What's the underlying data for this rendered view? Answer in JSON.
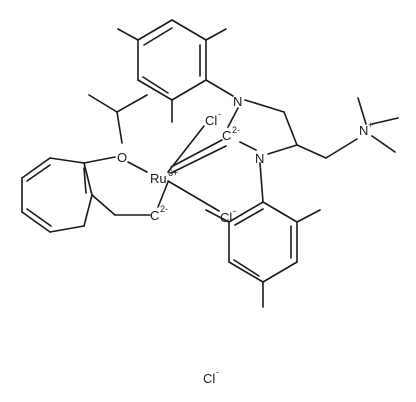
{
  "atoms": {
    "ru": "Ru",
    "ru_charge": "6+",
    "oxygen": "O",
    "nitrogen_top": "N",
    "nitrogen_bottom": "N",
    "ammonium": "N",
    "ammonium_charge": "+",
    "carbene_c": "C",
    "carbene_c_charge": "2-",
    "benzylidene_c": "C",
    "benzylidene_c_charge": "2-",
    "chloride_upper": "Cl",
    "chloride_upper_charge": "-",
    "chloride_lower": "Cl",
    "chloride_lower_charge": "-",
    "counterion": "Cl",
    "counterion_charge": "-"
  }
}
